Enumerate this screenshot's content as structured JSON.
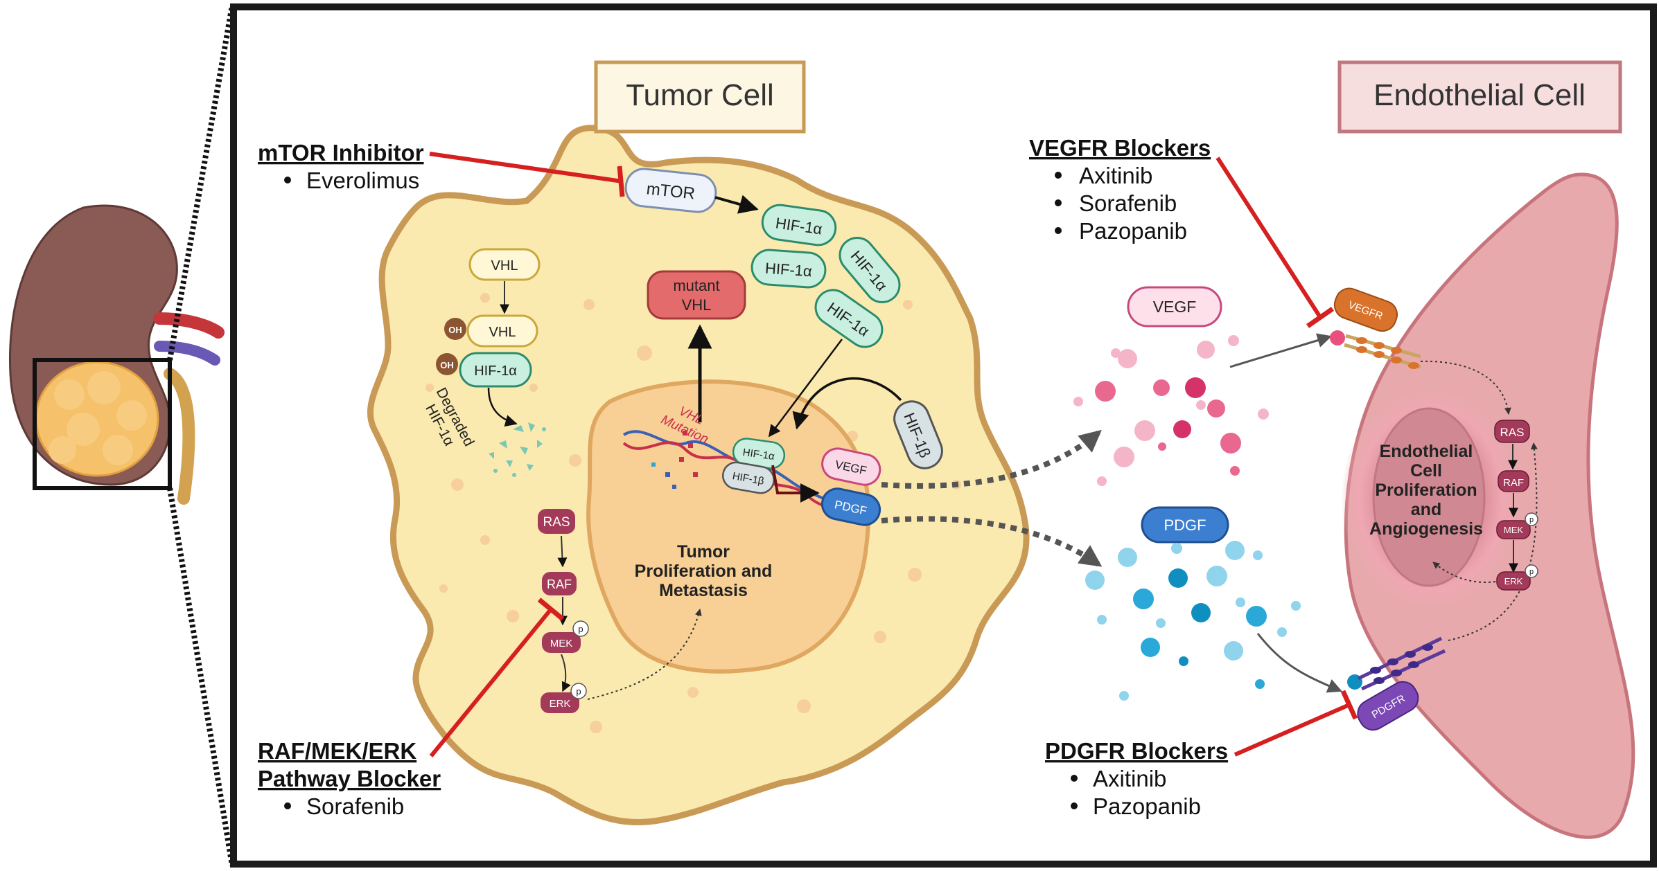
{
  "titles": {
    "tumor_cell": "Tumor Cell",
    "endothelial_cell": "Endothelial Cell"
  },
  "mtor_inhibitor": {
    "heading": "mTOR Inhibitor",
    "drugs": [
      "Everolimus"
    ]
  },
  "vegfr_blockers": {
    "heading": "VEGFR Blockers",
    "drugs": [
      "Axitinib",
      "Sorafenib",
      "Pazopanib"
    ]
  },
  "raf_blocker": {
    "heading_line1": "RAF/MEK/ERK",
    "heading_line2": "Pathway Blocker",
    "drugs": [
      "Sorafenib"
    ]
  },
  "pdgfr_blockers": {
    "heading": "PDGFR Blockers",
    "drugs": [
      "Axitinib",
      "Pazopanib"
    ]
  },
  "tumor": {
    "mtor": "mTOR",
    "hif1a": "HIF-1α",
    "hif1b": "HIF-1β",
    "mutant_vhl_line1": "mutant",
    "mutant_vhl_line2": "VHL",
    "vhl": "VHL",
    "oh": "OH",
    "degraded_line1": "Degraded",
    "degraded_line2": "HIF-1α",
    "vhl_mutation_line1": "VHL",
    "vhl_mutation_line2": "Mutation",
    "vegf": "VEGF",
    "pdgf": "PDGF",
    "nucleus_line1": "Tumor",
    "nucleus_line2": "Proliferation and",
    "nucleus_line3": "Metastasis",
    "ras": "RAS",
    "raf": "RAF",
    "mek": "MEK",
    "erk": "ERK",
    "p": "p"
  },
  "extracellular": {
    "vegf": "VEGF",
    "pdgf": "PDGF"
  },
  "endothelial": {
    "vegfr": "VEGFR",
    "pdgfr": "PDGFR",
    "ras": "RAS",
    "raf": "RAF",
    "mek": "MEK",
    "erk": "ERK",
    "p": "p",
    "outcome_line1": "Endothelial",
    "outcome_line2": "Cell",
    "outcome_line3": "Proliferation",
    "outcome_line4": "and",
    "outcome_line5": "Angiogenesis"
  },
  "colors": {
    "border": "#1a1a1a",
    "tumor_fill": "#fbeab0",
    "tumor_edge": "#c99a55",
    "nucleus_fill": "#f8cf95",
    "hif_fill": "#c9efe1",
    "hif_edge": "#2a8c6a",
    "vhl_fill": "#fff7d6",
    "vhl_edge": "#c9a93c",
    "mutant_fill": "#e46b6b",
    "inhibit": "#d62020",
    "kinase": "#a33a5a",
    "vegf_particle": "#e8688f",
    "pdgf_particle": "#2aa8d8",
    "endo_fill": "#e8a9ad",
    "vegfr_fill": "#d9732b",
    "pdgfr_fill": "#7b48b5"
  }
}
